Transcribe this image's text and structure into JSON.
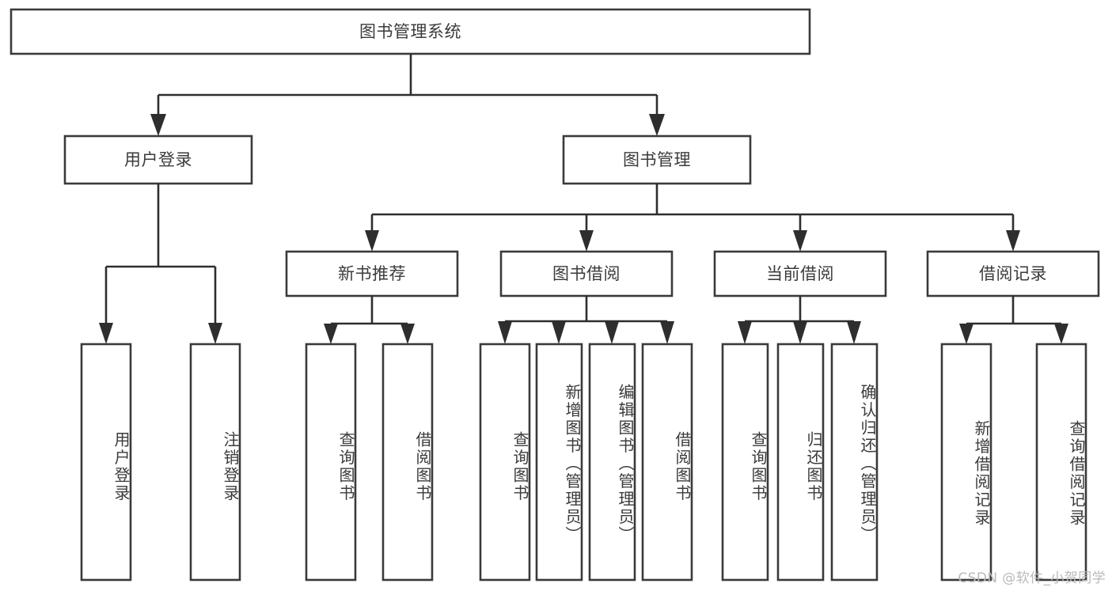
{
  "diagram": {
    "type": "tree",
    "title": "图书管理系统",
    "watermark": "CSDN @软件_小贺同学",
    "root": {
      "id": "root",
      "label": "图书管理系统",
      "orientation": "horizontal"
    },
    "level1": [
      {
        "id": "user-login",
        "label": "用户登录",
        "orientation": "horizontal"
      },
      {
        "id": "book-management",
        "label": "图书管理",
        "orientation": "horizontal"
      }
    ],
    "level2": [
      {
        "id": "new-book-recommend",
        "label": "新书推荐",
        "parent": "book-management",
        "orientation": "horizontal"
      },
      {
        "id": "book-borrow",
        "label": "图书借阅",
        "parent": "book-management",
        "orientation": "horizontal"
      },
      {
        "id": "current-borrow",
        "label": "当前借阅",
        "parent": "book-management",
        "orientation": "horizontal"
      },
      {
        "id": "borrow-record",
        "label": "借阅记录",
        "parent": "book-management",
        "orientation": "horizontal"
      }
    ],
    "leaves": [
      {
        "id": "leaf-user-login",
        "label": "用户登录",
        "parent": "user-login",
        "orientation": "vertical"
      },
      {
        "id": "leaf-logout-login",
        "label": "注销登录",
        "parent": "user-login",
        "orientation": "vertical"
      },
      {
        "id": "leaf-query-book-1",
        "label": "查询图书",
        "parent": "new-book-recommend",
        "orientation": "vertical"
      },
      {
        "id": "leaf-borrow-book-1",
        "label": "借阅图书",
        "parent": "new-book-recommend",
        "orientation": "vertical"
      },
      {
        "id": "leaf-query-book-2",
        "label": "查询图书",
        "parent": "book-borrow",
        "orientation": "vertical"
      },
      {
        "id": "leaf-add-book",
        "label": "新增图书（管理员）",
        "parent": "book-borrow",
        "orientation": "vertical"
      },
      {
        "id": "leaf-edit-book",
        "label": "编辑图书（管理员）",
        "parent": "book-borrow",
        "orientation": "vertical"
      },
      {
        "id": "leaf-borrow-book-2",
        "label": "借阅图书",
        "parent": "book-borrow",
        "orientation": "vertical"
      },
      {
        "id": "leaf-query-book-3",
        "label": "查询图书",
        "parent": "current-borrow",
        "orientation": "vertical"
      },
      {
        "id": "leaf-return-book",
        "label": "归还图书",
        "parent": "current-borrow",
        "orientation": "vertical"
      },
      {
        "id": "leaf-confirm-return",
        "label": "确认归还（管理员）",
        "parent": "current-borrow",
        "orientation": "vertical"
      },
      {
        "id": "leaf-add-record",
        "label": "新增借阅记录",
        "parent": "borrow-record",
        "orientation": "vertical"
      },
      {
        "id": "leaf-query-record",
        "label": "查询借阅记录",
        "parent": "borrow-record",
        "orientation": "vertical"
      }
    ],
    "colors": {
      "box_stroke": "#3a3a3a",
      "connector": "#2e2e2e",
      "text": "#3b3b3b",
      "background": "#ffffff",
      "watermark": "#b9b9b9"
    }
  }
}
